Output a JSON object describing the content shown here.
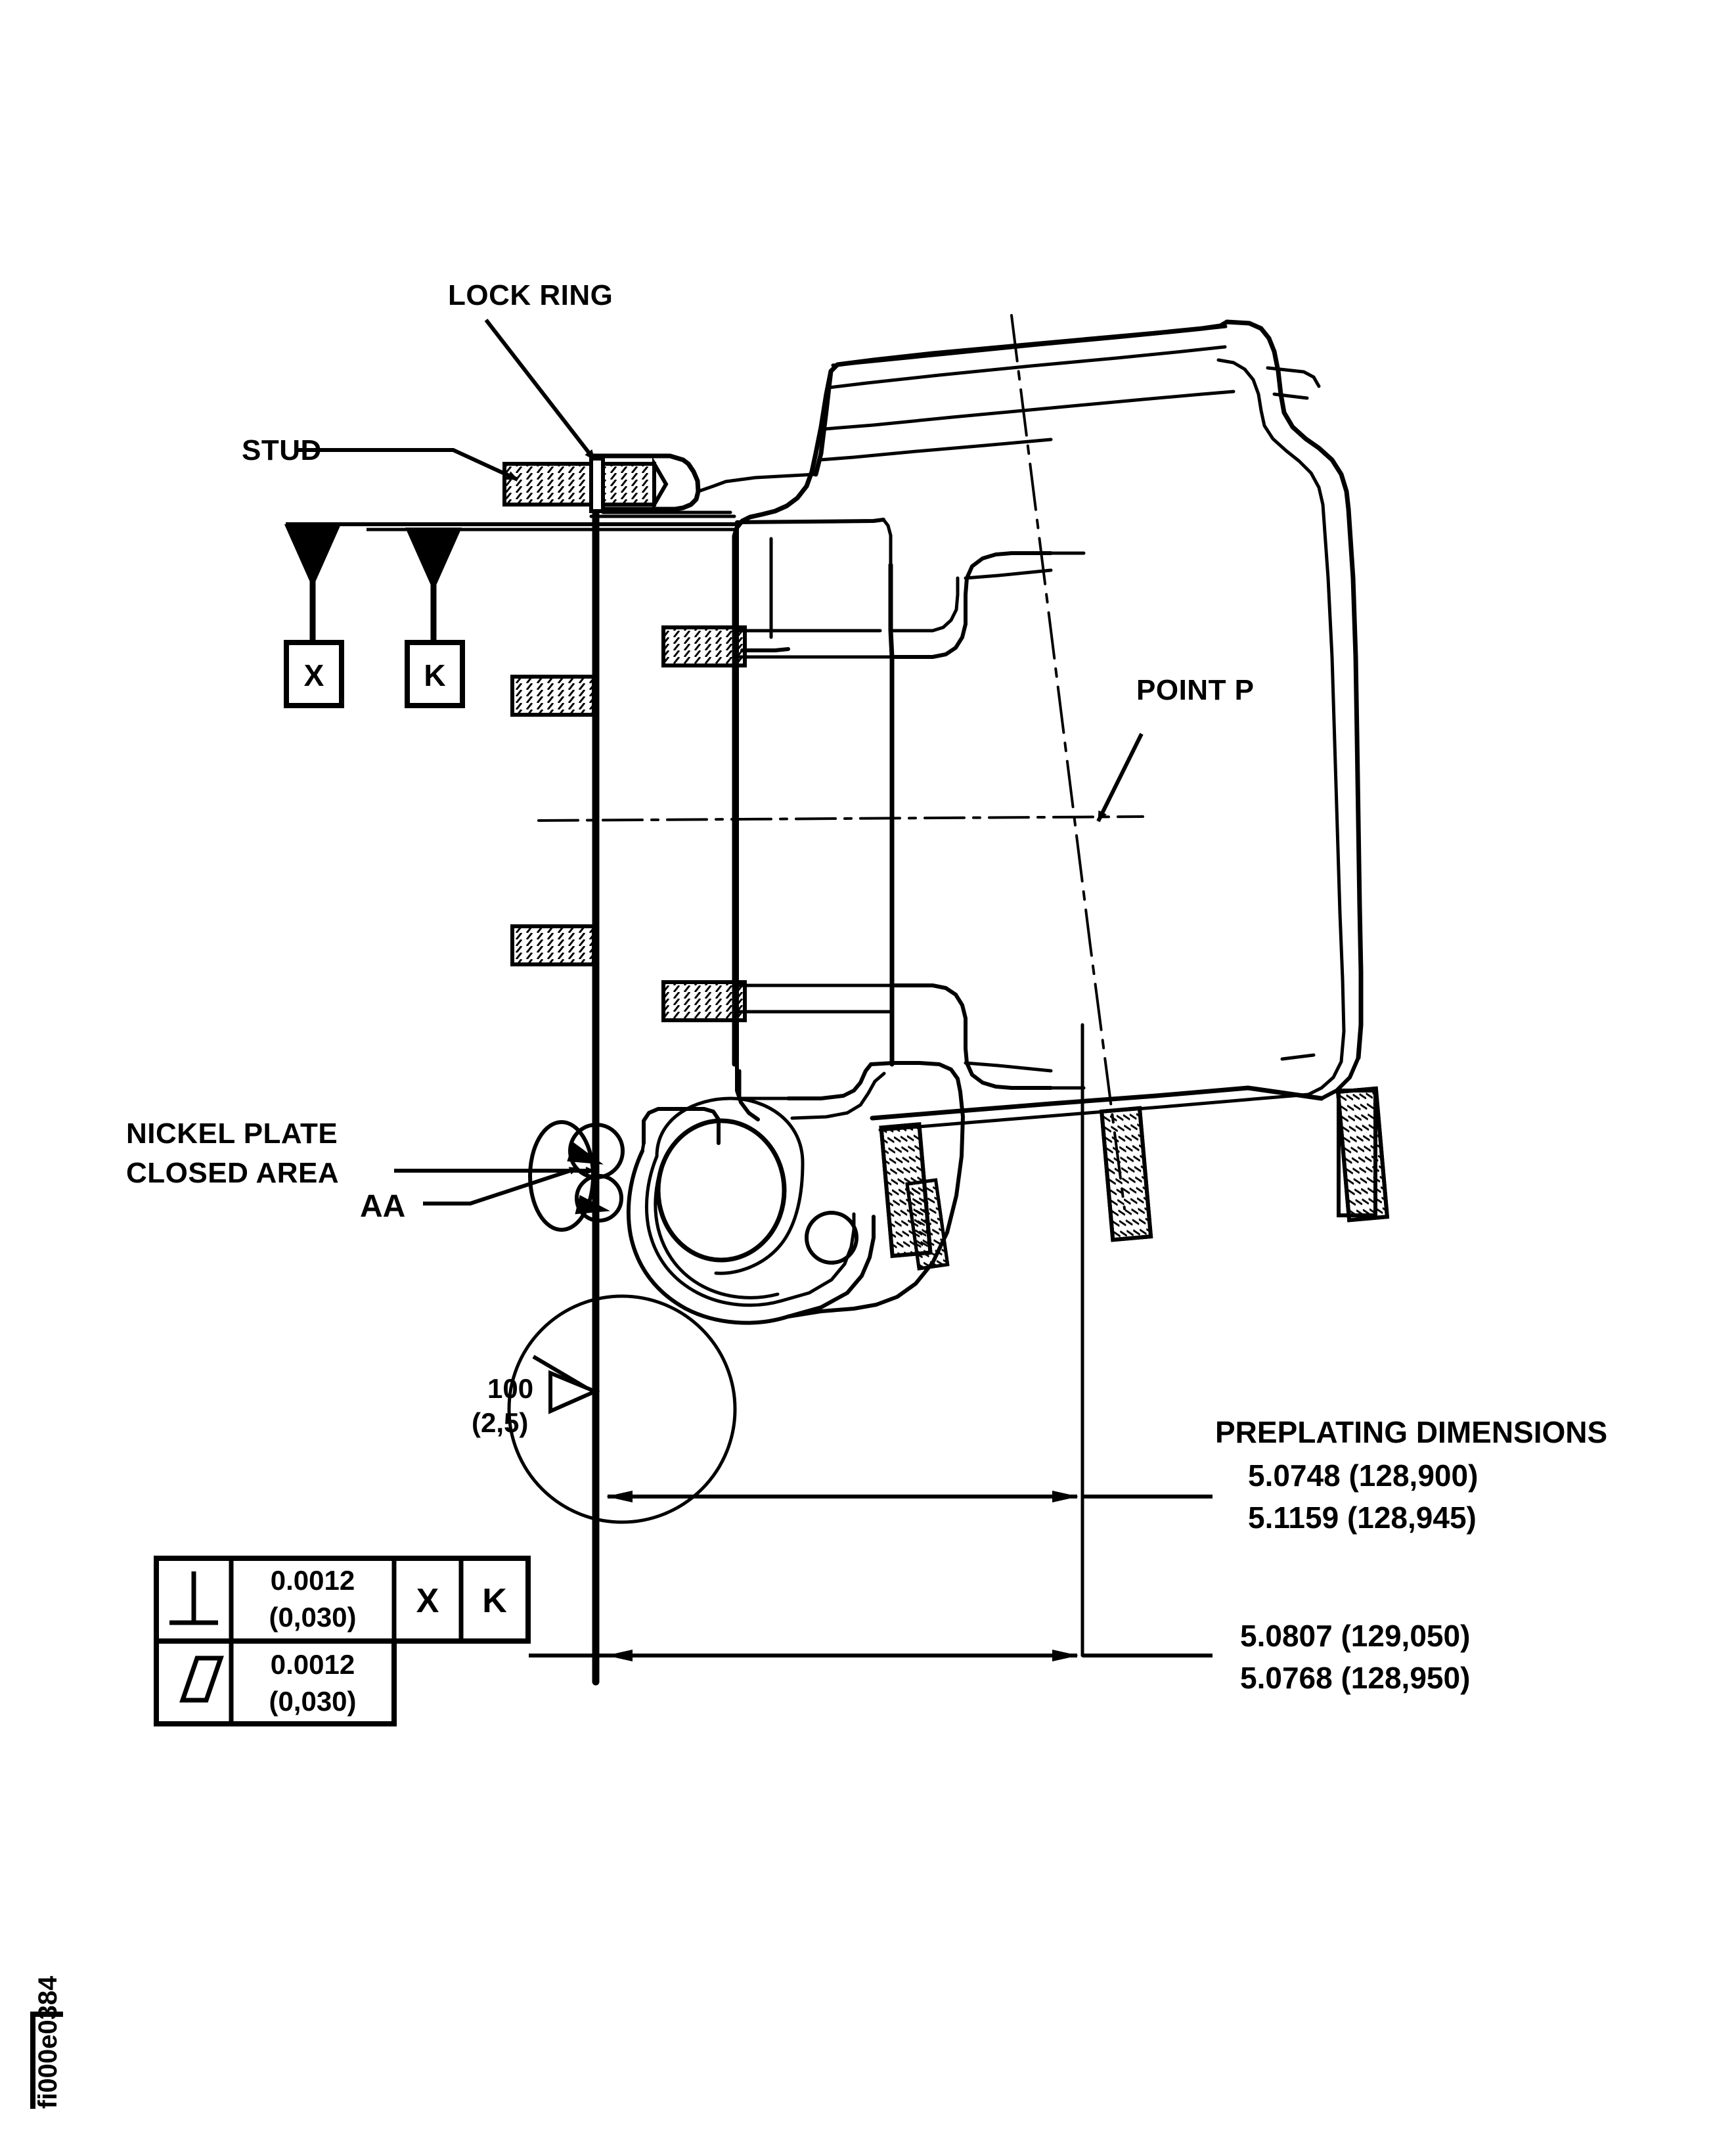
{
  "drawing": {
    "figure_id": "fi000e0384",
    "labels": {
      "lock_ring": "LOCK RING",
      "stud": "STUD",
      "point_p": "POINT  P",
      "nickel_plate_line1": "NICKEL PLATE",
      "nickel_plate_line2": "CLOSED AREA",
      "aa": "AA"
    },
    "datum_flags": [
      {
        "name": "datum-x",
        "letter": "X"
      },
      {
        "name": "datum-k",
        "letter": "K"
      }
    ],
    "surface_finish": {
      "value": "100",
      "metric": "(2,5)"
    },
    "feature_control_frame": {
      "rows": [
        {
          "symbol": "perpendicularity",
          "symbol_glyph": "⟂",
          "tolerance_inch": "0.0012",
          "tolerance_metric": "(0,030)",
          "datums": [
            "X",
            "K"
          ]
        },
        {
          "symbol": "parallelism",
          "symbol_glyph": "∥",
          "tolerance_inch": "0.0012",
          "tolerance_metric": "(0,030)",
          "datums": []
        }
      ]
    },
    "dimensions": {
      "heading": "PREPLATING DIMENSIONS",
      "upper": [
        "5.0748 (128,900)",
        "5.1159 (128,945)"
      ],
      "lower": [
        "5.0807 (129,050)",
        "5.0768 (128,950)"
      ]
    },
    "colors": {
      "line": "#000000",
      "background": "#ffffff"
    }
  }
}
